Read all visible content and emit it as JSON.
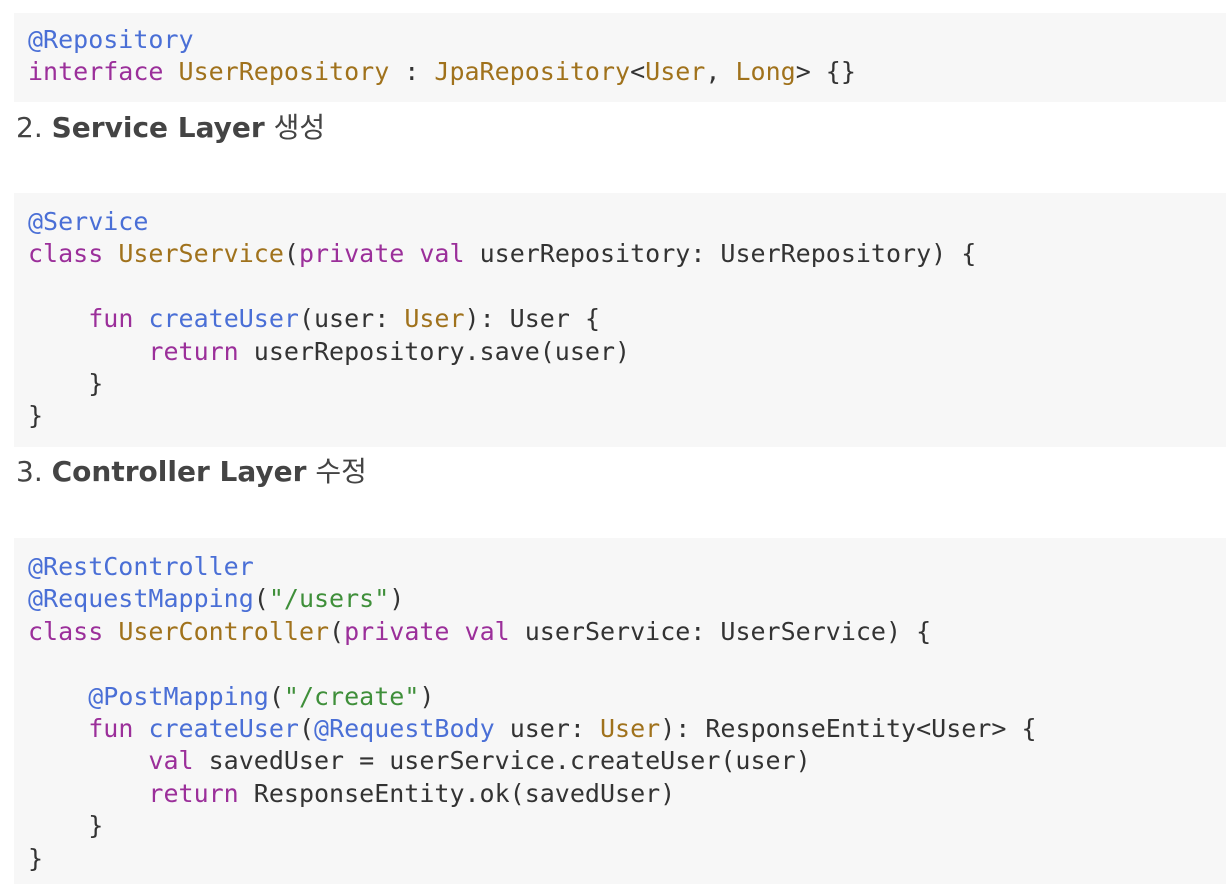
{
  "colors": {
    "annotation": "#4a6fd6",
    "keyword": "#9b2f9a",
    "type": "#a0721c",
    "function": "#4a6fd6",
    "string": "#3f8f3a",
    "plain": "#333333",
    "code_background": "#f7f7f7",
    "heading": "#444444"
  },
  "headings": [
    {
      "number": "2.",
      "title": "Service Layer",
      "suffix": "생성"
    },
    {
      "number": "3.",
      "title": "Controller Layer",
      "suffix": "수정"
    }
  ],
  "code_blocks": [
    {
      "lines": [
        [
          {
            "t": "ann",
            "v": "@Repository"
          }
        ],
        [
          {
            "t": "kw",
            "v": "interface"
          },
          {
            "t": "plain",
            "v": " "
          },
          {
            "t": "type",
            "v": "UserRepository"
          },
          {
            "t": "plain",
            "v": " : "
          },
          {
            "t": "type",
            "v": "JpaRepository"
          },
          {
            "t": "plain",
            "v": "<"
          },
          {
            "t": "type",
            "v": "User"
          },
          {
            "t": "plain",
            "v": ", "
          },
          {
            "t": "type",
            "v": "Long"
          },
          {
            "t": "plain",
            "v": "> {}"
          }
        ]
      ]
    },
    {
      "lines": [
        [
          {
            "t": "ann",
            "v": "@Service"
          }
        ],
        [
          {
            "t": "kw",
            "v": "class"
          },
          {
            "t": "plain",
            "v": " "
          },
          {
            "t": "type",
            "v": "UserService"
          },
          {
            "t": "plain",
            "v": "("
          },
          {
            "t": "kw",
            "v": "private val"
          },
          {
            "t": "plain",
            "v": " userRepository: UserRepository) {"
          }
        ],
        [],
        [
          {
            "t": "plain",
            "v": "    "
          },
          {
            "t": "kw",
            "v": "fun"
          },
          {
            "t": "plain",
            "v": " "
          },
          {
            "t": "fn",
            "v": "createUser"
          },
          {
            "t": "plain",
            "v": "(user: "
          },
          {
            "t": "type",
            "v": "User"
          },
          {
            "t": "plain",
            "v": "): User {"
          }
        ],
        [
          {
            "t": "plain",
            "v": "        "
          },
          {
            "t": "kw",
            "v": "return"
          },
          {
            "t": "plain",
            "v": " userRepository.save(user)"
          }
        ],
        [
          {
            "t": "plain",
            "v": "    }"
          }
        ],
        [
          {
            "t": "plain",
            "v": "}"
          }
        ]
      ]
    },
    {
      "lines": [
        [
          {
            "t": "ann",
            "v": "@RestController"
          }
        ],
        [
          {
            "t": "ann",
            "v": "@RequestMapping"
          },
          {
            "t": "plain",
            "v": "("
          },
          {
            "t": "str",
            "v": "\"/users\""
          },
          {
            "t": "plain",
            "v": ")"
          }
        ],
        [
          {
            "t": "kw",
            "v": "class"
          },
          {
            "t": "plain",
            "v": " "
          },
          {
            "t": "type",
            "v": "UserController"
          },
          {
            "t": "plain",
            "v": "("
          },
          {
            "t": "kw",
            "v": "private val"
          },
          {
            "t": "plain",
            "v": " userService: UserService) {"
          }
        ],
        [],
        [
          {
            "t": "plain",
            "v": "    "
          },
          {
            "t": "ann",
            "v": "@PostMapping"
          },
          {
            "t": "plain",
            "v": "("
          },
          {
            "t": "str",
            "v": "\"/create\""
          },
          {
            "t": "plain",
            "v": ")"
          }
        ],
        [
          {
            "t": "plain",
            "v": "    "
          },
          {
            "t": "kw",
            "v": "fun"
          },
          {
            "t": "plain",
            "v": " "
          },
          {
            "t": "fn",
            "v": "createUser"
          },
          {
            "t": "plain",
            "v": "("
          },
          {
            "t": "ann",
            "v": "@RequestBody"
          },
          {
            "t": "plain",
            "v": " user: "
          },
          {
            "t": "type",
            "v": "User"
          },
          {
            "t": "plain",
            "v": "): ResponseEntity<User> {"
          }
        ],
        [
          {
            "t": "plain",
            "v": "        "
          },
          {
            "t": "kw",
            "v": "val"
          },
          {
            "t": "plain",
            "v": " savedUser = userService.createUser(user)"
          }
        ],
        [
          {
            "t": "plain",
            "v": "        "
          },
          {
            "t": "kw",
            "v": "return"
          },
          {
            "t": "plain",
            "v": " ResponseEntity.ok(savedUser)"
          }
        ],
        [
          {
            "t": "plain",
            "v": "    }"
          }
        ],
        [
          {
            "t": "plain",
            "v": "}"
          }
        ]
      ]
    }
  ]
}
